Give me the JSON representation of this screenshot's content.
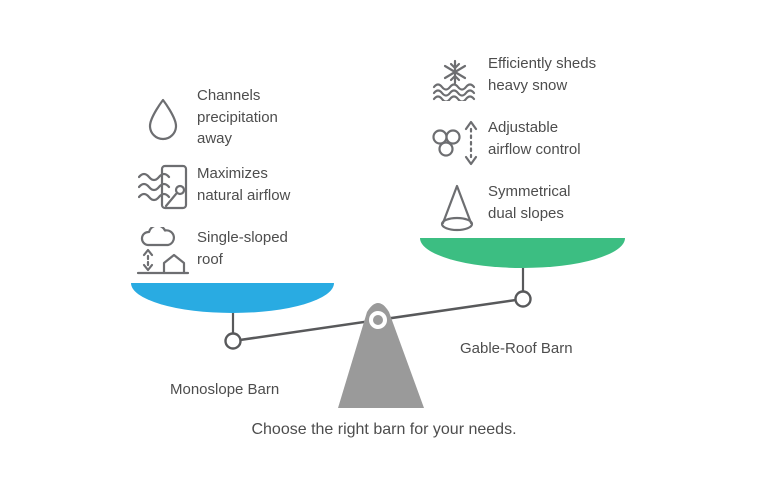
{
  "title": "Barn comparison balance diagram",
  "caption": "Choose the right barn for your needs.",
  "colors": {
    "left_pan": "#29ABE2",
    "right_pan": "#3CBE82",
    "fulcrum": "#9A9A9A",
    "beam": "#58595B",
    "icon_stroke": "#6D6E71",
    "text": "#4D4D4D"
  },
  "left_side": {
    "pan_label": "Monoslope Barn",
    "features": [
      {
        "icon": "water-drop-icon",
        "label": "Channels\nprecipitation\naway"
      },
      {
        "icon": "airflow-waves-icon",
        "label": "Maximizes\nnatural airflow"
      },
      {
        "icon": "cloud-house-icon",
        "label": "Single-sloped\nroof"
      }
    ]
  },
  "right_side": {
    "pan_label": "Gable-Roof Barn",
    "features": [
      {
        "icon": "snowflake-waves-icon",
        "label": "Efficiently sheds\nheavy snow"
      },
      {
        "icon": "fan-arrows-icon",
        "label": "Adjustable\nairflow control"
      },
      {
        "icon": "cone-icon",
        "label": "Symmetrical\ndual slopes"
      }
    ]
  }
}
